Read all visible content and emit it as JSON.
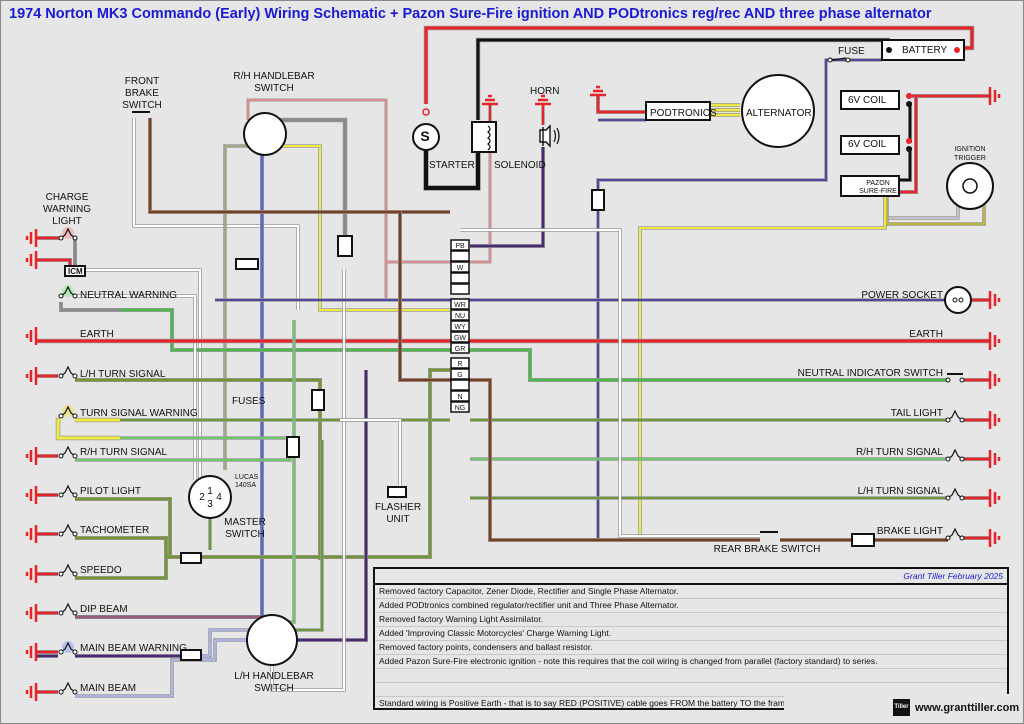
{
  "title": "1974 Norton MK3 Commando (Early) Wiring Schematic + Pazon Sure-Fire ignition AND PODtronics reg/rec AND three phase alternator",
  "colors": {
    "title": "#1a1ad6",
    "red": "#e8232a",
    "black": "#111111",
    "brown": "#7a3e22",
    "green": "#4cb84a",
    "light_green": "#8fd88a",
    "yellow": "#f0ea40",
    "purple": "#4a2a70",
    "blue": "#5566cc",
    "white": "#ffffff",
    "grey": "#8a8a8a",
    "pink": "#f08a8a",
    "olive": "#8a7a22",
    "background": "#e6e6e6"
  },
  "components": {
    "battery": "BATTERY",
    "fuse": "FUSE",
    "coil1": "6V COIL",
    "coil2": "6V COIL",
    "pazon_line1": "PAZON",
    "pazon_line2": "SURE-FIRE",
    "ignition_trigger_line1": "IGNITION",
    "ignition_trigger_line2": "TRIGGER",
    "podtronics": "PODTRONICS",
    "alternator": "ALTERNATOR",
    "horn": "HORN",
    "starter": "STARTER",
    "starter_symbol": "S",
    "solenoid": "SOLENOID",
    "front_brake_line1": "FRONT",
    "front_brake_line2": "BRAKE",
    "front_brake_line3": "SWITCH",
    "rh_switch_line1": "R/H HANDLEBAR",
    "rh_switch_line2": "SWITCH",
    "lh_switch_line1": "L/H HANDLEBAR",
    "lh_switch_line2": "SWITCH",
    "charge_line1": "CHARGE",
    "charge_line2": "WARNING",
    "charge_line3": "LIGHT",
    "icm": "ICM",
    "fuses": "FUSES",
    "lucas_line1": "LUCAS",
    "lucas_line2": "140SA",
    "master_line1": "MASTER",
    "master_line2": "SWITCH",
    "flasher_line1": "FLASHER",
    "flasher_line2": "UNIT",
    "rear_brake_switch": "REAR BRAKE SWITCH",
    "master_pins": [
      "1",
      "2",
      "3",
      "4"
    ]
  },
  "left_labels": [
    "NEUTRAL WARNING",
    "EARTH",
    "L/H TURN SIGNAL",
    "TURN SIGNAL WARNING",
    "R/H TURN SIGNAL",
    "PILOT LIGHT",
    "TACHOMETER",
    "SPEEDO",
    "DIP BEAM",
    "MAIN BEAM WARNING",
    "MAIN BEAM"
  ],
  "right_labels": [
    "POWER SOCKET",
    "EARTH",
    "NEUTRAL INDICATOR SWITCH",
    "TAIL LIGHT",
    "R/H TURN SIGNAL",
    "L/H TURN SIGNAL",
    "BRAKE LIGHT"
  ],
  "connector_labels": [
    "PB",
    "",
    "W",
    "",
    "",
    "WR",
    "NU",
    "WY",
    "GW",
    "GR",
    "R",
    "G",
    "",
    "N",
    "NG"
  ],
  "notes": {
    "author": "Grant Tiller February 2025",
    "rows": [
      "Removed factory Capacitor, Zener Diode, Rectifier and Single Phase Alternator.",
      "Added PODtronics combined regulator/rectifier unit and Three Phase Alternator.",
      "Removed factory Warning Light Assimilator.",
      "Added 'Improving Classic Motorcycles' Charge Warning Light.",
      "Removed factory points, condensers and ballast resistor.",
      "Added Pazon Sure-Fire electronic ignition - note this requires that the coil wiring is changed from parallel (factory standard) to series.",
      "",
      "",
      "Standard wiring is Positive Earth - that is to say RED (POSITIVE) cable goes FROM the battery TO the frame."
    ]
  },
  "footer": {
    "website": "www.granttiller.com",
    "logo_text": "Tiller"
  }
}
